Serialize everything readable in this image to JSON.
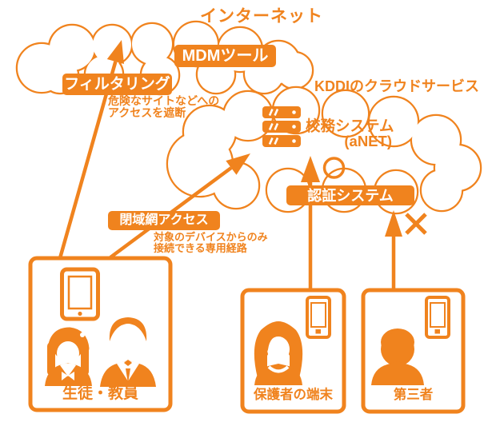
{
  "colors": {
    "orange": "#F0831E",
    "white": "#FFFFFF"
  },
  "internet": {
    "label": "インターネット",
    "mdm_badge": "MDMツール",
    "filtering_badge": "フィルタリング",
    "filtering_note_line1": "危険なサイトなどへの",
    "filtering_note_line2": "アクセスを遮断"
  },
  "kddi_cloud": {
    "label": "KDDIのクラウドサービス",
    "system_name": "校務システム",
    "system_sub": "(aNET)",
    "auth_badge": "認証システム"
  },
  "closed_network": {
    "badge": "閉域網アクセス",
    "note_line1": "対象のデバイスからのみ",
    "note_line2": "接続できる専用経路"
  },
  "devices": {
    "students": {
      "label": "生徒・教員"
    },
    "guardians": {
      "label": "保護者の端末"
    },
    "third_party": {
      "label": "第三者"
    }
  },
  "marks": {
    "allowed": "○",
    "denied": "×"
  },
  "icons": [
    "internet-cloud",
    "kddi-cloud",
    "server-stack-icon",
    "tablet-icon",
    "smartphone-icon",
    "student-female-icon",
    "teacher-male-icon",
    "guardian-woman-icon",
    "third-party-silhouette-icon",
    "allowed-circle-mark",
    "denied-cross-mark",
    "up-arrow"
  ]
}
